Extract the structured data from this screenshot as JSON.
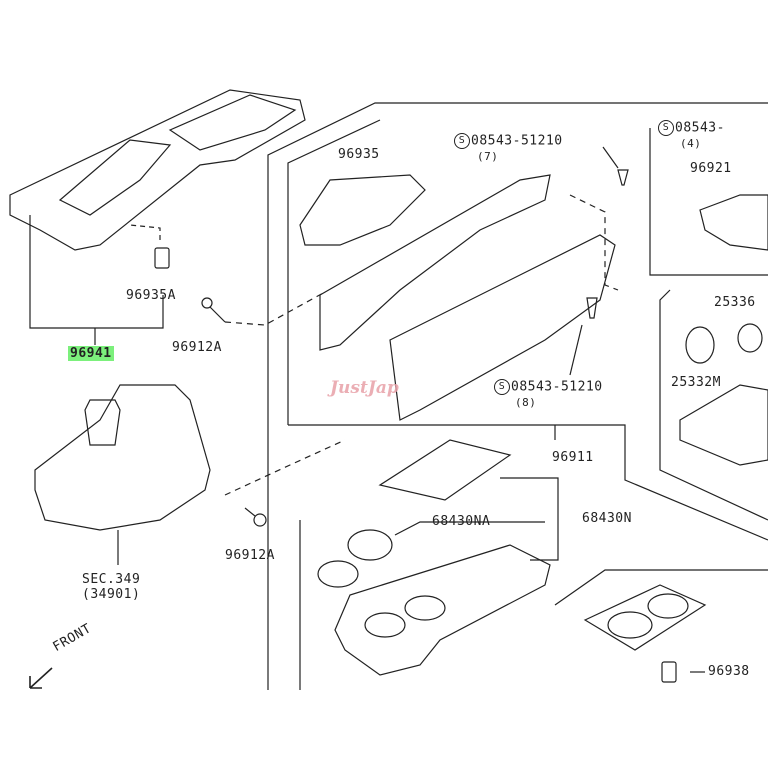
{
  "parts": {
    "p96941": "96941",
    "p96935A": "96935A",
    "p96912A_top": "96912A",
    "p96912A_bottom": "96912A",
    "p96935": "96935",
    "bolt_top_code": "08543-51210",
    "bolt_top_qty": "(7)",
    "bolt_right_code": "08543-",
    "bolt_right_qty": "(4)",
    "p96921": "96921",
    "p25336": "25336",
    "p25332M": "25332M",
    "bolt_mid_code": "08543-51210",
    "bolt_mid_qty": "(8)",
    "p96911": "96911",
    "p68430NA": "68430NA",
    "p68430N": "68430N",
    "p96938": "96938",
    "sec_ref": "SEC.349",
    "sec_ref_num": "(34901)",
    "front": "FRONT",
    "s_symbol": "S"
  },
  "watermark": "JustJap",
  "colors": {
    "highlight": "#7cf07c",
    "line": "#222222",
    "watermark": "#e8a0a8"
  }
}
